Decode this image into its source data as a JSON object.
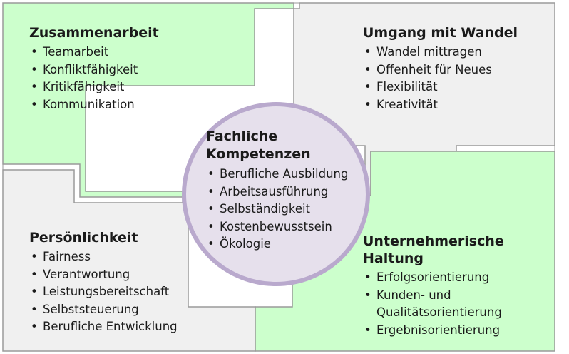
{
  "colors": {
    "green_fill": "#ccffcc",
    "grey_fill": "#f0f0f0",
    "circle_fill": "#e6e0ec",
    "circle_stroke": "#b9a9cd",
    "outline": "#9a9a9a"
  },
  "quadrants": {
    "top_left": {
      "title": "Zusammenarbeit",
      "items": [
        "Teamarbeit",
        "Konfliktfähigkeit",
        "Kritikfähigkeit",
        "Kommunikation"
      ]
    },
    "top_right": {
      "title": "Umgang mit Wandel",
      "items": [
        "Wandel mittragen",
        "Offenheit für Neues",
        "Flexibilität",
        "Kreativität"
      ]
    },
    "bottom_left": {
      "title": "Persönlichkeit",
      "items": [
        "Fairness",
        "Verantwortung",
        "Leistungsbereitschaft",
        "Selbststeuerung",
        "Berufliche Entwicklung"
      ]
    },
    "bottom_right": {
      "title": "Unternehmerische\nHaltung",
      "items": [
        "Erfolgsorientierung",
        "Kunden- und",
        "Qualitätsorientierung",
        "Ergebnisorientierung"
      ]
    }
  },
  "center": {
    "title": "Fachliche\nKompetenzen",
    "items": [
      "Berufliche Ausbildung",
      "Arbeitsausführung",
      "Selbständigkeit",
      "Kostenbewusstsein",
      "Ökologie"
    ]
  }
}
